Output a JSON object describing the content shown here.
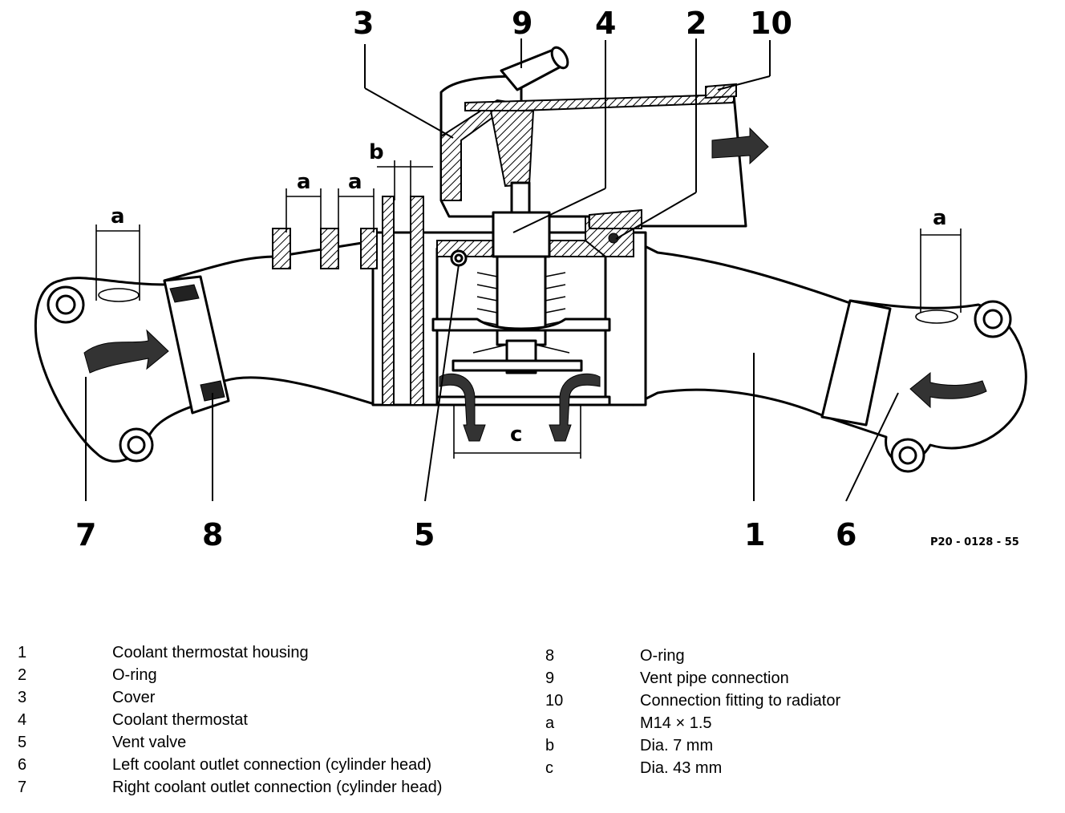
{
  "figure_ref": "P20 - 0128 - 55",
  "callouts": {
    "c1": "1",
    "c2": "2",
    "c3": "3",
    "c4": "4",
    "c5": "5",
    "c6": "6",
    "c7": "7",
    "c8": "8",
    "c9": "9",
    "c10": "10"
  },
  "dimensions": {
    "a_left": "a",
    "a_mid1": "a",
    "a_mid2": "a",
    "a_right": "a",
    "b": "b",
    "c": "c"
  },
  "legend_left": [
    {
      "key": "1",
      "text": "Coolant thermostat housing"
    },
    {
      "key": "2",
      "text": "O-ring"
    },
    {
      "key": "3",
      "text": "Cover"
    },
    {
      "key": "4",
      "text": "Coolant thermostat"
    },
    {
      "key": "5",
      "text": "Vent valve"
    },
    {
      "key": "6",
      "text": "Left coolant outlet connection (cylinder head)"
    },
    {
      "key": "7",
      "text": "Right coolant outlet connection (cylinder head)"
    }
  ],
  "legend_right": [
    {
      "key": "8",
      "text": "O-ring"
    },
    {
      "key": "9",
      "text": "Vent pipe connection"
    },
    {
      "key": "10",
      "text": "Connection fitting to radiator"
    },
    {
      "key": "a",
      "text": "M14 × 1.5"
    },
    {
      "key": "b",
      "text": "Dia. 7 mm"
    },
    {
      "key": "c",
      "text": "Dia. 43 mm"
    }
  ]
}
